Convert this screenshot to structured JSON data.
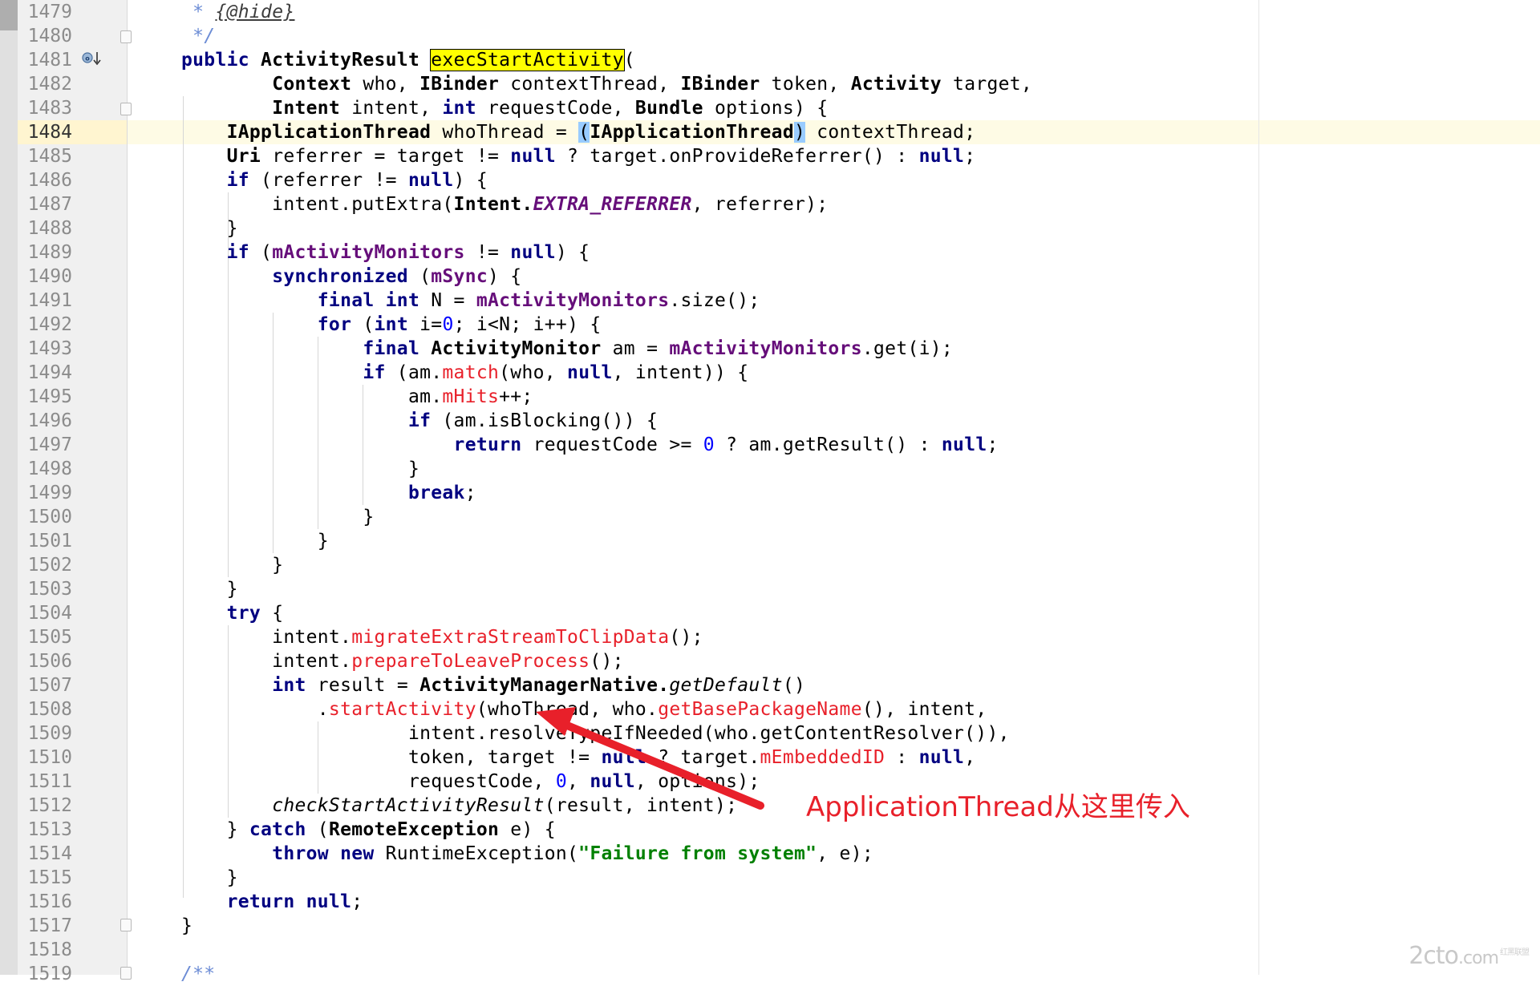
{
  "editor": {
    "current_line": 1484,
    "line_numbers": [
      "1479",
      "1480",
      "1481",
      "1482",
      "1483",
      "1484",
      "1485",
      "1486",
      "1487",
      "1488",
      "1489",
      "1490",
      "1491",
      "1492",
      "1493",
      "1494",
      "1495",
      "1496",
      "1497",
      "1498",
      "1499",
      "1500",
      "1501",
      "1502",
      "1503",
      "1504",
      "1505",
      "1506",
      "1507",
      "1508",
      "1509",
      "1510",
      "1511",
      "1512",
      "1513",
      "1514",
      "1515",
      "1516",
      "1517",
      "1518",
      "1519"
    ],
    "lines": [
      [
        {
          "t": " * ",
          "c": "doc"
        },
        {
          "t": "{@hide}",
          "c": "doclink"
        }
      ],
      [
        {
          "t": " */",
          "c": "doc"
        }
      ],
      [
        {
          "t": "public ",
          "c": "kw"
        },
        {
          "t": "ActivityResult ",
          "c": "ty"
        },
        {
          "t": "execStartActivity",
          "c": "search"
        },
        {
          "t": "(",
          "c": ""
        }
      ],
      [
        {
          "t": "        ",
          "c": ""
        },
        {
          "t": "Context",
          "c": "ty"
        },
        {
          "t": " who, ",
          "c": ""
        },
        {
          "t": "IBinder",
          "c": "ty"
        },
        {
          "t": " contextThread, ",
          "c": ""
        },
        {
          "t": "IBinder",
          "c": "ty"
        },
        {
          "t": " token, ",
          "c": ""
        },
        {
          "t": "Activity",
          "c": "ty"
        },
        {
          "t": " target,",
          "c": ""
        }
      ],
      [
        {
          "t": "        ",
          "c": ""
        },
        {
          "t": "Intent",
          "c": "ty"
        },
        {
          "t": " intent, ",
          "c": ""
        },
        {
          "t": "int",
          "c": "kw"
        },
        {
          "t": " requestCode, ",
          "c": ""
        },
        {
          "t": "Bundle",
          "c": "ty"
        },
        {
          "t": " options) {",
          "c": ""
        }
      ],
      [
        {
          "t": "    ",
          "c": ""
        },
        {
          "t": "IApplicationThread",
          "c": "ty"
        },
        {
          "t": " whoThread = ",
          "c": ""
        },
        {
          "t": "(",
          "c": "brace"
        },
        {
          "t": "IApplicationThread",
          "c": "ty"
        },
        {
          "t": ")",
          "c": "brace"
        },
        {
          "t": " contextThread;",
          "c": ""
        }
      ],
      [
        {
          "t": "    ",
          "c": ""
        },
        {
          "t": "Uri",
          "c": "ty"
        },
        {
          "t": " referrer = target != ",
          "c": ""
        },
        {
          "t": "null",
          "c": "kw"
        },
        {
          "t": " ? target.onProvideReferrer() : ",
          "c": ""
        },
        {
          "t": "null",
          "c": "kw"
        },
        {
          "t": ";",
          "c": ""
        }
      ],
      [
        {
          "t": "    ",
          "c": ""
        },
        {
          "t": "if",
          "c": "kw"
        },
        {
          "t": " (referrer != ",
          "c": ""
        },
        {
          "t": "null",
          "c": "kw"
        },
        {
          "t": ") {",
          "c": ""
        }
      ],
      [
        {
          "t": "        intent.putExtra(",
          "c": ""
        },
        {
          "t": "Intent.",
          "c": "ty"
        },
        {
          "t": "EXTRA_REFERRER",
          "c": "st"
        },
        {
          "t": ", referrer);",
          "c": ""
        }
      ],
      [
        {
          "t": "    }",
          "c": ""
        }
      ],
      [
        {
          "t": "    ",
          "c": ""
        },
        {
          "t": "if",
          "c": "kw"
        },
        {
          "t": " (",
          "c": ""
        },
        {
          "t": "mActivityMonitors",
          "c": "fld"
        },
        {
          "t": " != ",
          "c": ""
        },
        {
          "t": "null",
          "c": "kw"
        },
        {
          "t": ") {",
          "c": ""
        }
      ],
      [
        {
          "t": "        ",
          "c": ""
        },
        {
          "t": "synchronized",
          "c": "kw"
        },
        {
          "t": " (",
          "c": ""
        },
        {
          "t": "mSync",
          "c": "fld"
        },
        {
          "t": ") {",
          "c": ""
        }
      ],
      [
        {
          "t": "            ",
          "c": ""
        },
        {
          "t": "final int",
          "c": "kw"
        },
        {
          "t": " N = ",
          "c": ""
        },
        {
          "t": "mActivityMonitors",
          "c": "fld"
        },
        {
          "t": ".size();",
          "c": ""
        }
      ],
      [
        {
          "t": "            ",
          "c": ""
        },
        {
          "t": "for",
          "c": "kw"
        },
        {
          "t": " (",
          "c": ""
        },
        {
          "t": "int",
          "c": "kw"
        },
        {
          "t": " i=",
          "c": ""
        },
        {
          "t": "0",
          "c": "num"
        },
        {
          "t": "; i<N; i++) {",
          "c": ""
        }
      ],
      [
        {
          "t": "                ",
          "c": ""
        },
        {
          "t": "final",
          "c": "kw"
        },
        {
          "t": " ",
          "c": ""
        },
        {
          "t": "ActivityMonitor",
          "c": "ty"
        },
        {
          "t": " am = ",
          "c": ""
        },
        {
          "t": "mActivityMonitors",
          "c": "fld"
        },
        {
          "t": ".get(i);",
          "c": ""
        }
      ],
      [
        {
          "t": "                ",
          "c": ""
        },
        {
          "t": "if",
          "c": "kw"
        },
        {
          "t": " (am.",
          "c": ""
        },
        {
          "t": "match",
          "c": "rd"
        },
        {
          "t": "(who, ",
          "c": ""
        },
        {
          "t": "null",
          "c": "kw"
        },
        {
          "t": ", intent)) {",
          "c": ""
        }
      ],
      [
        {
          "t": "                    am.",
          "c": ""
        },
        {
          "t": "mHits",
          "c": "rd"
        },
        {
          "t": "++;",
          "c": ""
        }
      ],
      [
        {
          "t": "                    ",
          "c": ""
        },
        {
          "t": "if",
          "c": "kw"
        },
        {
          "t": " (am.isBlocking()) {",
          "c": ""
        }
      ],
      [
        {
          "t": "                        ",
          "c": ""
        },
        {
          "t": "return",
          "c": "kw"
        },
        {
          "t": " requestCode >= ",
          "c": ""
        },
        {
          "t": "0",
          "c": "num"
        },
        {
          "t": " ? am.getResult() : ",
          "c": ""
        },
        {
          "t": "null",
          "c": "kw"
        },
        {
          "t": ";",
          "c": ""
        }
      ],
      [
        {
          "t": "                    }",
          "c": ""
        }
      ],
      [
        {
          "t": "                    ",
          "c": ""
        },
        {
          "t": "break",
          "c": "kw"
        },
        {
          "t": ";",
          "c": ""
        }
      ],
      [
        {
          "t": "                }",
          "c": ""
        }
      ],
      [
        {
          "t": "            }",
          "c": ""
        }
      ],
      [
        {
          "t": "        }",
          "c": ""
        }
      ],
      [
        {
          "t": "    }",
          "c": ""
        }
      ],
      [
        {
          "t": "    ",
          "c": ""
        },
        {
          "t": "try",
          "c": "kw"
        },
        {
          "t": " {",
          "c": ""
        }
      ],
      [
        {
          "t": "        intent.",
          "c": ""
        },
        {
          "t": "migrateExtraStreamToClipData",
          "c": "rd"
        },
        {
          "t": "();",
          "c": ""
        }
      ],
      [
        {
          "t": "        intent.",
          "c": ""
        },
        {
          "t": "prepareToLeaveProcess",
          "c": "rd"
        },
        {
          "t": "();",
          "c": ""
        }
      ],
      [
        {
          "t": "        ",
          "c": ""
        },
        {
          "t": "int",
          "c": "kw"
        },
        {
          "t": " result = ",
          "c": ""
        },
        {
          "t": "ActivityManagerNative.",
          "c": "ty"
        },
        {
          "t": "getDefault",
          "c": "it"
        },
        {
          "t": "()",
          "c": ""
        }
      ],
      [
        {
          "t": "            .",
          "c": ""
        },
        {
          "t": "startActivity",
          "c": "rd"
        },
        {
          "t": "(whoThread, who.",
          "c": ""
        },
        {
          "t": "getBasePackageName",
          "c": "rd"
        },
        {
          "t": "(), intent,",
          "c": ""
        }
      ],
      [
        {
          "t": "                    intent.resolveTypeIfNeeded(who.getContentResolver()),",
          "c": ""
        }
      ],
      [
        {
          "t": "                    token, target != ",
          "c": ""
        },
        {
          "t": "null",
          "c": "kw"
        },
        {
          "t": " ? target.",
          "c": ""
        },
        {
          "t": "mEmbeddedID",
          "c": "rd"
        },
        {
          "t": " : ",
          "c": ""
        },
        {
          "t": "null",
          "c": "kw"
        },
        {
          "t": ",",
          "c": ""
        }
      ],
      [
        {
          "t": "                    requestCode, ",
          "c": ""
        },
        {
          "t": "0",
          "c": "num"
        },
        {
          "t": ", ",
          "c": ""
        },
        {
          "t": "null",
          "c": "kw"
        },
        {
          "t": ", options);",
          "c": ""
        }
      ],
      [
        {
          "t": "        ",
          "c": ""
        },
        {
          "t": "checkStartActivityResult",
          "c": "it"
        },
        {
          "t": "(result, intent);",
          "c": ""
        }
      ],
      [
        {
          "t": "    } ",
          "c": ""
        },
        {
          "t": "catch",
          "c": "kw"
        },
        {
          "t": " (",
          "c": ""
        },
        {
          "t": "RemoteException",
          "c": "ty"
        },
        {
          "t": " e) {",
          "c": ""
        }
      ],
      [
        {
          "t": "        ",
          "c": ""
        },
        {
          "t": "throw new",
          "c": "kw"
        },
        {
          "t": " RuntimeException(",
          "c": ""
        },
        {
          "t": "\"Failure from system\"",
          "c": "str"
        },
        {
          "t": ", e);",
          "c": ""
        }
      ],
      [
        {
          "t": "    }",
          "c": ""
        }
      ],
      [
        {
          "t": "    ",
          "c": ""
        },
        {
          "t": "return null",
          "c": "kw"
        },
        {
          "t": ";",
          "c": ""
        }
      ],
      [
        {
          "t": "}",
          "c": ""
        }
      ],
      [
        {
          "t": "",
          "c": ""
        }
      ],
      [
        {
          "t": "/**",
          "c": "doc"
        }
      ]
    ]
  },
  "annotation": {
    "text": "ApplicationThread从这里传入",
    "color": "#e8202a"
  },
  "watermark": {
    "text": "2cto",
    "suffix": ".com",
    "sub": "红黑联盟"
  }
}
